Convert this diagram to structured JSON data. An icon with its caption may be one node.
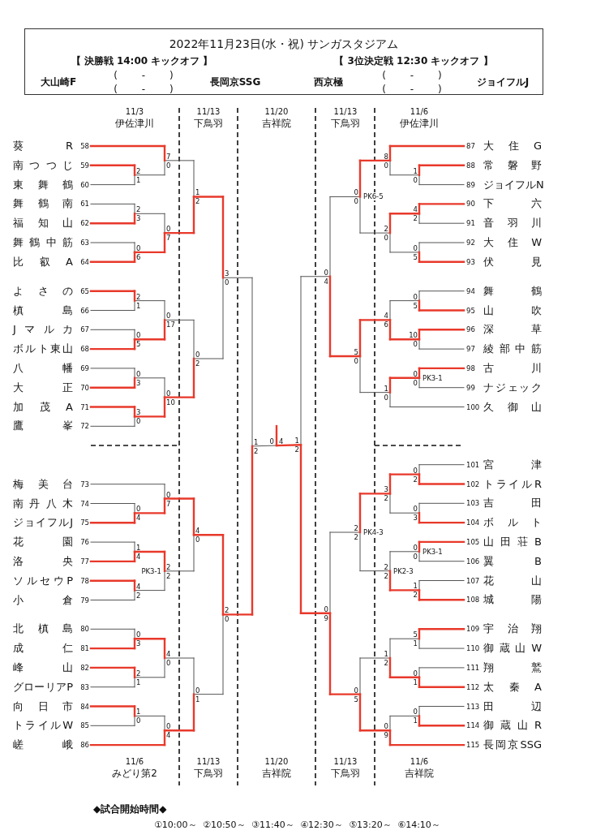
{
  "diagram": {
    "title": "2022年11月23日(水・祝) サンガスタジアム",
    "nodes": [
      {
        "text": [
          "葵R"
        ],
        "beside": [
          "58"
        ]
      },
      {
        "text": [
          "南つつじ"
        ],
        "beside": [
          "59"
        ]
      },
      {
        "text": [
          "東舞鶴"
        ],
        "beside": [
          "60"
        ]
      },
      {
        "text": [
          "舞鶴南"
        ],
        "beside": [
          "61"
        ]
      },
      {
        "text": [
          "福知山"
        ],
        "beside": [
          "62"
        ]
      },
      {
        "text": [
          "舞鶴中筋"
        ],
        "beside": [
          "63"
        ]
      },
      {
        "text": [
          "比叡A"
        ],
        "beside": [
          "64"
        ]
      },
      {
        "text": [
          "よさの"
        ],
        "beside": [
          "65"
        ]
      },
      {
        "text": [
          "槙島"
        ],
        "beside": [
          "66"
        ]
      },
      {
        "text": [
          "Jマルカ"
        ],
        "beside": [
          "67"
        ]
      },
      {
        "text": [
          "ボルト東山"
        ],
        "beside": [
          "68"
        ]
      },
      {
        "text": [
          "八幡"
        ],
        "beside": [
          "69"
        ]
      },
      {
        "text": [
          "大正"
        ],
        "beside": [
          "70"
        ]
      },
      {
        "text": [
          "加茂A"
        ],
        "beside": [
          "71"
        ]
      },
      {
        "text": [
          "鷹峯"
        ],
        "beside": [
          "72"
        ]
      },
      {
        "text": [
          "梅美台"
        ],
        "beside": [
          "73"
        ]
      },
      {
        "text": [
          "南丹八木"
        ],
        "beside": [
          "74"
        ]
      },
      {
        "text": [
          "ジョイフルJ"
        ],
        "beside": [
          "75"
        ]
      },
      {
        "text": [
          "花園"
        ],
        "beside": [
          "76"
        ]
      },
      {
        "text": [
          "洛央"
        ],
        "beside": [
          "77"
        ]
      },
      {
        "text": [
          "ソルセウP"
        ],
        "beside": [
          "78"
        ]
      },
      {
        "text": [
          "小倉"
        ],
        "beside": [
          "79"
        ]
      },
      {
        "text": [
          "北槙島"
        ],
        "beside": [
          "80"
        ]
      },
      {
        "text": [
          "成仁"
        ],
        "beside": [
          "81"
        ]
      },
      {
        "text": [
          "峰山"
        ],
        "beside": [
          "82"
        ]
      },
      {
        "text": [
          "グローリアP"
        ],
        "beside": [
          "83"
        ]
      },
      {
        "text": [
          "向日市"
        ],
        "beside": [
          "84"
        ]
      },
      {
        "text": [
          "トライルW"
        ],
        "beside": [
          "85"
        ]
      },
      {
        "text": [
          "嵯峨"
        ],
        "beside": [
          "86"
        ]
      },
      {
        "text": [
          "大住G"
        ],
        "beside": [
          "87"
        ]
      },
      {
        "text": [
          "常磐野"
        ],
        "beside": [
          "88"
        ]
      },
      {
        "text": [
          "ジョイフルN"
        ],
        "beside": [
          "89"
        ]
      },
      {
        "text": [
          "下六"
        ],
        "beside": [
          "90"
        ]
      },
      {
        "text": [
          "音羽川"
        ],
        "beside": [
          "91"
        ]
      },
      {
        "text": [
          "大住W"
        ],
        "beside": [
          "92"
        ]
      },
      {
        "text": [
          "伏見"
        ],
        "beside": [
          "93"
        ]
      },
      {
        "text": [
          "舞鶴"
        ],
        "beside": [
          "94"
        ]
      },
      {
        "text": [
          "山吹"
        ],
        "beside": [
          "95"
        ]
      },
      {
        "text": [
          "深草"
        ],
        "beside": [
          "96"
        ]
      },
      {
        "text": [
          "綾部中筋"
        ],
        "beside": [
          "97"
        ]
      },
      {
        "text": [
          "古川"
        ],
        "beside": [
          "98"
        ]
      },
      {
        "text": [
          "ナジェック"
        ],
        "beside": [
          "99"
        ]
      },
      {
        "text": [
          "久御山"
        ],
        "beside": [
          "100"
        ]
      },
      {
        "text": [
          "宮津"
        ],
        "beside": [
          "101"
        ]
      },
      {
        "text": [
          "トライルR"
        ],
        "beside": [
          "102"
        ]
      },
      {
        "text": [
          "吉田"
        ],
        "beside": [
          "103"
        ]
      },
      {
        "text": [
          "ボルト"
        ],
        "beside": [
          "104"
        ]
      },
      {
        "text": [
          "山田荘B"
        ],
        "beside": [
          "105"
        ]
      },
      {
        "text": [
          "翼B"
        ],
        "beside": [
          "106"
        ]
      },
      {
        "text": [
          "花山"
        ],
        "beside": [
          "107"
        ]
      },
      {
        "text": [
          "城陽"
        ],
        "beside": [
          "108"
        ]
      },
      {
        "text": [
          "宇治翔"
        ],
        "beside": [
          "109"
        ]
      },
      {
        "text": [
          "御蔵山W"
        ],
        "beside": [
          "110"
        ]
      },
      {
        "text": [
          "翔鷲"
        ],
        "beside": [
          "111"
        ]
      },
      {
        "text": [
          "太秦A"
        ],
        "beside": [
          "112"
        ]
      },
      {
        "text": [
          "田辺"
        ],
        "beside": [
          "113"
        ]
      },
      {
        "text": [
          "御蔵山R"
        ],
        "beside": [
          "114"
        ]
      },
      {
        "text": [
          "長岡京SSG"
        ],
        "beside": [
          "115"
        ]
      }
    ],
    "labels": [
      "【 決勝戦 14:00 キックオフ 】",
      "【 3位決定戦 12:30 キックオフ 】",
      "大山崎F",
      "( - )",
      "長岡京SSG",
      "西京極",
      "( - )",
      "ジョイフルJ",
      "( - )",
      "( - )",
      "11/3",
      "伊佐津川",
      "11/13",
      "下鳥羽",
      "11/20",
      "吉祥院",
      "11/13",
      "下鳥羽",
      "11/6",
      "伊佐津川",
      "2",
      "1",
      "7",
      "0",
      "2",
      "3",
      "0",
      "6",
      "0",
      "7",
      "1",
      "2",
      "2",
      "1",
      "0",
      "5",
      "0",
      "17",
      "0",
      "3",
      "3",
      "0",
      "0",
      "10",
      "0",
      "2",
      "3",
      "0",
      "0",
      "4",
      "0",
      "7",
      "1",
      "4",
      "4",
      "2",
      "2",
      "2",
      "PK3-1",
      "4",
      "0",
      "0",
      "3",
      "2",
      "1",
      "4",
      "0",
      "1",
      "0",
      "0",
      "4",
      "0",
      "1",
      "2",
      "0",
      "1",
      "2",
      "0",
      "4",
      "1",
      "0",
      "8",
      "0",
      "4",
      "2",
      "0",
      "5",
      "2",
      "0",
      "0",
      "0",
      "PK6-5",
      "0",
      "5",
      "10",
      "0",
      "4",
      "6",
      "0",
      "0",
      "PK3-1",
      "1",
      "0",
      "5",
      "0",
      "0",
      "4",
      "0",
      "2",
      "0",
      "3",
      "3",
      "2",
      "0",
      "0",
      "PK3-1",
      "1",
      "2",
      "2",
      "2",
      "PK2-3",
      "2",
      "2",
      "PK4-3",
      "5",
      "1",
      "0",
      "1",
      "1",
      "2",
      "0",
      "1",
      "0",
      "9",
      "0",
      "5",
      "0",
      "9",
      "1",
      "2",
      "11/6",
      "みどり第2",
      "11/13",
      "下鳥羽",
      "11/20",
      "吉祥院",
      "11/13",
      "下鳥羽",
      "11/6",
      "吉祥院",
      "◆試合開始時間◆",
      "①10:00～ ②10:50～ ③11:40～ ④12:30～ ⑤13:20～ ⑥14:10～"
    ]
  }
}
